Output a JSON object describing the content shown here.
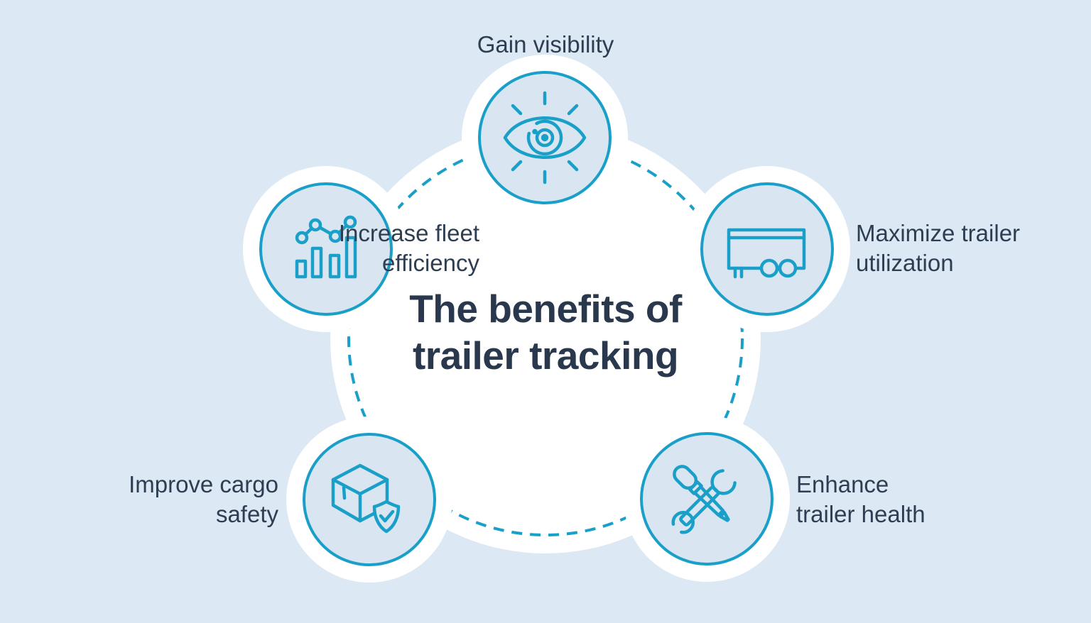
{
  "title": "The benefits of\ntrailer tracking",
  "benefits": [
    {
      "label": "Gain visibility",
      "icon": "eye-icon"
    },
    {
      "label": "Increase fleet\nefficiency",
      "icon": "bar-chart-icon"
    },
    {
      "label": "Maximize trailer\nutilization",
      "icon": "trailer-icon"
    },
    {
      "label": "Improve cargo\nsafety",
      "icon": "cargo-box-shield-icon"
    },
    {
      "label": "Enhance\ntrailer health",
      "icon": "tools-icon"
    }
  ],
  "colors": {
    "background": "#dce8f3",
    "accent_teal": "#199fc8",
    "text_navy": "#2e3e52",
    "title_navy": "#29384d",
    "circle_fill": "#d9e6f1",
    "blob_white": "#ffffff"
  }
}
